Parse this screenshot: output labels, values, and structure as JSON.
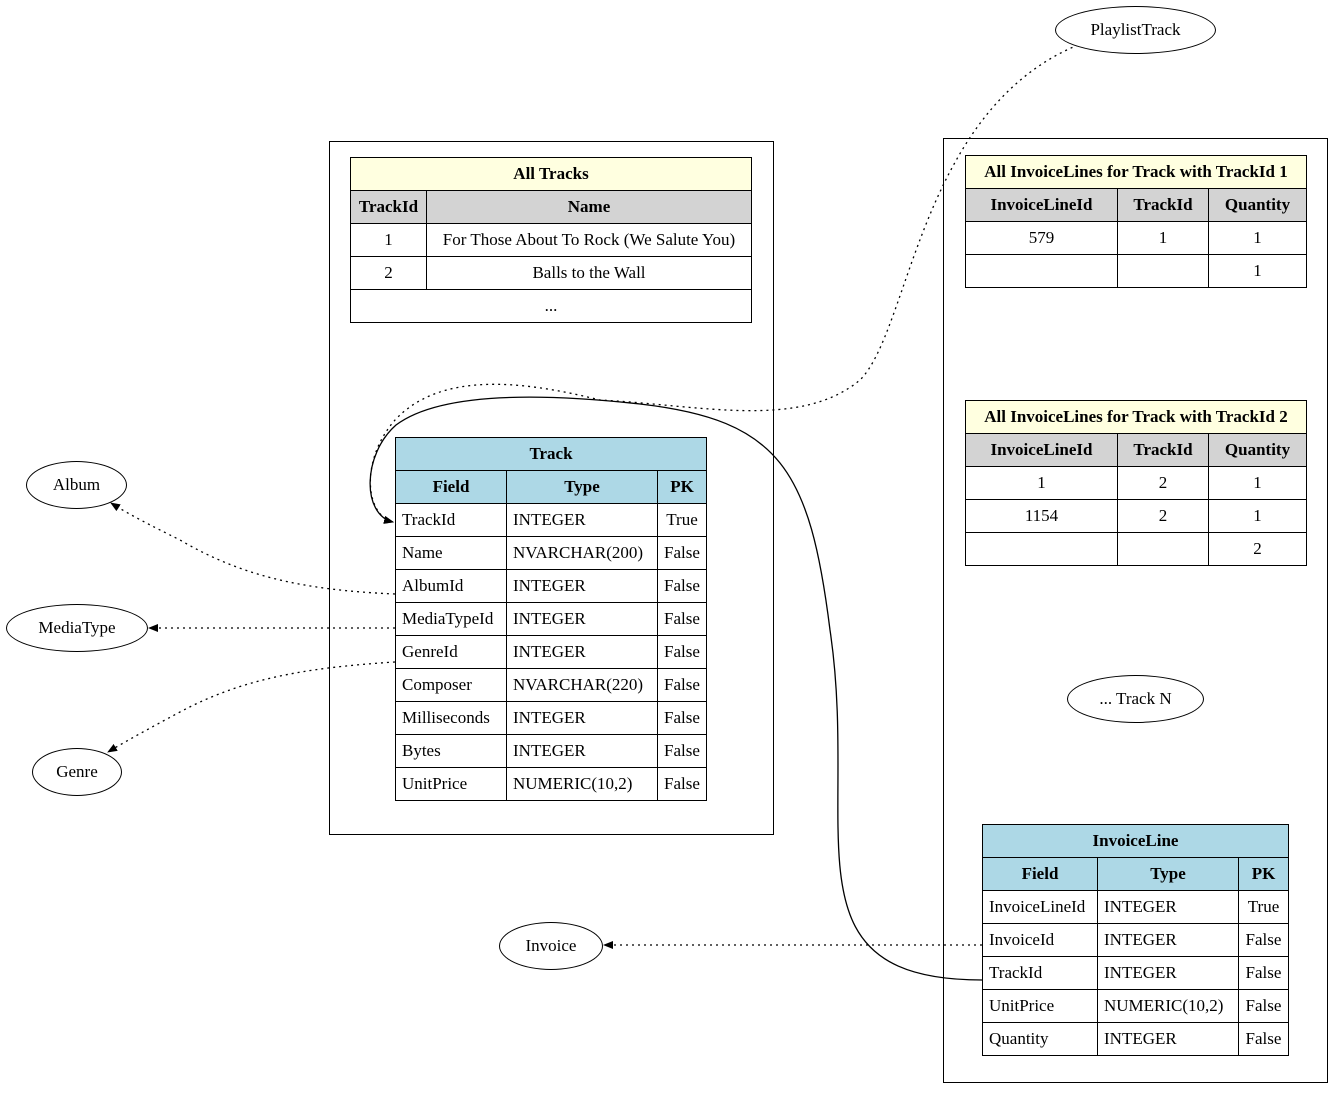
{
  "nodes": {
    "playlist_track": "PlaylistTrack",
    "album": "Album",
    "media_type": "MediaType",
    "genre": "Genre",
    "invoice": "Invoice",
    "track_n": "... Track N"
  },
  "all_tracks": {
    "title": "All Tracks",
    "headers": [
      "TrackId",
      "Name"
    ],
    "rows": [
      [
        "1",
        "For Those About To Rock (We Salute You)"
      ],
      [
        "2",
        "Balls to the Wall"
      ]
    ],
    "ellipsis": "..."
  },
  "track_schema": {
    "title": "Track",
    "headers": [
      "Field",
      "Type",
      "PK"
    ],
    "rows": [
      [
        "TrackId",
        "INTEGER",
        "True"
      ],
      [
        "Name",
        "NVARCHAR(200)",
        "False"
      ],
      [
        "AlbumId",
        "INTEGER",
        "False"
      ],
      [
        "MediaTypeId",
        "INTEGER",
        "False"
      ],
      [
        "GenreId",
        "INTEGER",
        "False"
      ],
      [
        "Composer",
        "NVARCHAR(220)",
        "False"
      ],
      [
        "Milliseconds",
        "INTEGER",
        "False"
      ],
      [
        "Bytes",
        "INTEGER",
        "False"
      ],
      [
        "UnitPrice",
        "NUMERIC(10,2)",
        "False"
      ]
    ]
  },
  "invoice_lines_1": {
    "title": "All InvoiceLines for Track with TrackId 1",
    "headers": [
      "InvoiceLineId",
      "TrackId",
      "Quantity"
    ],
    "rows": [
      [
        "579",
        "1",
        "1"
      ],
      [
        "",
        "",
        "1"
      ]
    ]
  },
  "invoice_lines_2": {
    "title": "All InvoiceLines for Track with TrackId 2",
    "headers": [
      "InvoiceLineId",
      "TrackId",
      "Quantity"
    ],
    "rows": [
      [
        "1",
        "2",
        "1"
      ],
      [
        "1154",
        "2",
        "1"
      ],
      [
        "",
        "",
        "2"
      ]
    ]
  },
  "invoice_line_schema": {
    "title": "InvoiceLine",
    "headers": [
      "Field",
      "Type",
      "PK"
    ],
    "rows": [
      [
        "InvoiceLineId",
        "INTEGER",
        "True"
      ],
      [
        "InvoiceId",
        "INTEGER",
        "False"
      ],
      [
        "TrackId",
        "INTEGER",
        "False"
      ],
      [
        "UnitPrice",
        "NUMERIC(10,2)",
        "False"
      ],
      [
        "Quantity",
        "INTEGER",
        "False"
      ]
    ]
  }
}
